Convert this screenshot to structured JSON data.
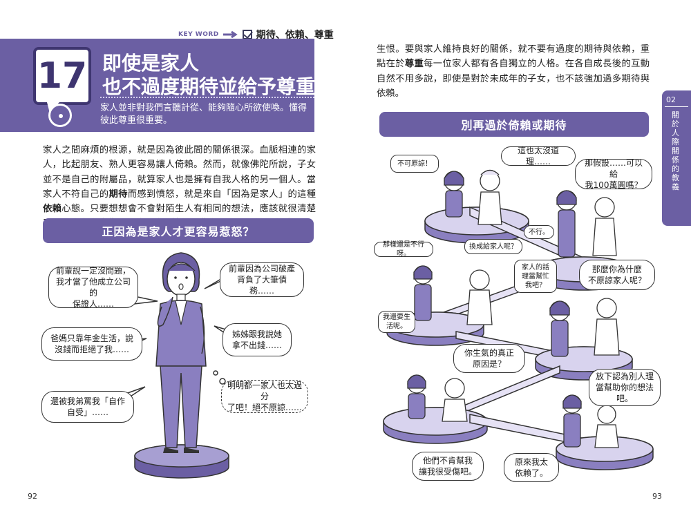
{
  "left_page": {
    "keyword_label": "KEY WORD",
    "keywords": "期待、依賴、尊重",
    "chapter_number": "17",
    "title_line1": "即使是家人",
    "title_line2": "也不過度期待並給予尊重",
    "subtitle": "家人並非對我們言聽計從、能夠隨心所欲使喚。懂得彼此尊重很重要。",
    "body_part1": "家人之間麻煩的根源，就是因為彼此間的關係很深。血脈相連的家人，比起朋友、熟人更容易讓人倚賴。然而，就像佛陀所說，子女並不是自己的附屬品，就算家人也是擁有自我人格的另一個人。當家人不符自己的",
    "body_bold1": "期待",
    "body_part2": "而感到憤怒，就是來自「因為是家人」的這種",
    "body_bold2": "依賴",
    "body_part3": "心態。只要想想會不會對陌生人有相同的想法，應該就很清楚了。因為家人違背了期待而感到憤怒、悲傷，還都可說是由愛",
    "section_title": "正因為是家人才更容易惹怒？",
    "bubbles": [
      "前輩說一定沒問題，\n我才當了他成立公司的\n保證人……",
      "前輩因為公司破產\n背負了大筆債務……",
      "爸媽只靠年金生活，說\n沒錢而拒絕了我……",
      "姊姊跟我說她\n拿不出錢……",
      "還被我弟罵我「自作\n自受」……",
      "明明都一家人也太過分\n了吧！絕不原諒……"
    ],
    "page_number": "92"
  },
  "right_page": {
    "body_part1": "生恨。要與家人維持良好的關係，就不要有過度的期待與依賴，重點在於",
    "body_bold1": "尊重",
    "body_part2": "每一位家人都有各自獨立的人格。在各自成長後的互動自然不用多說，即使是對於未成年的子女，也不該強加過多期待與依賴。",
    "section_title": "別再過於倚賴或期待",
    "bubbles": [
      "不可原諒！",
      "這也太沒道理……",
      "那假設……可以給\n我100萬圓嗎？",
      "不行。",
      "那樣還是不行呀。",
      "換成給家人呢？",
      "家人的話\n理當幫忙\n我吧？",
      "那麼你為什麼\n不原諒家人呢？",
      "我還要生\n活呢。",
      "你生氣的真正\n原因是？",
      "放下認為別人理\n當幫助你的想法\n吧。",
      "他們不肯幫我\n讓我很受傷吧。",
      "原來我太\n依賴了。"
    ],
    "chapter_tab_number": "02",
    "chapter_tab_title": "關於人際關係的教義",
    "page_number": "93"
  },
  "colors": {
    "accent": "#6b5fa3",
    "dark_accent": "#3e3570",
    "figure_fill": "#8a7fc0"
  }
}
